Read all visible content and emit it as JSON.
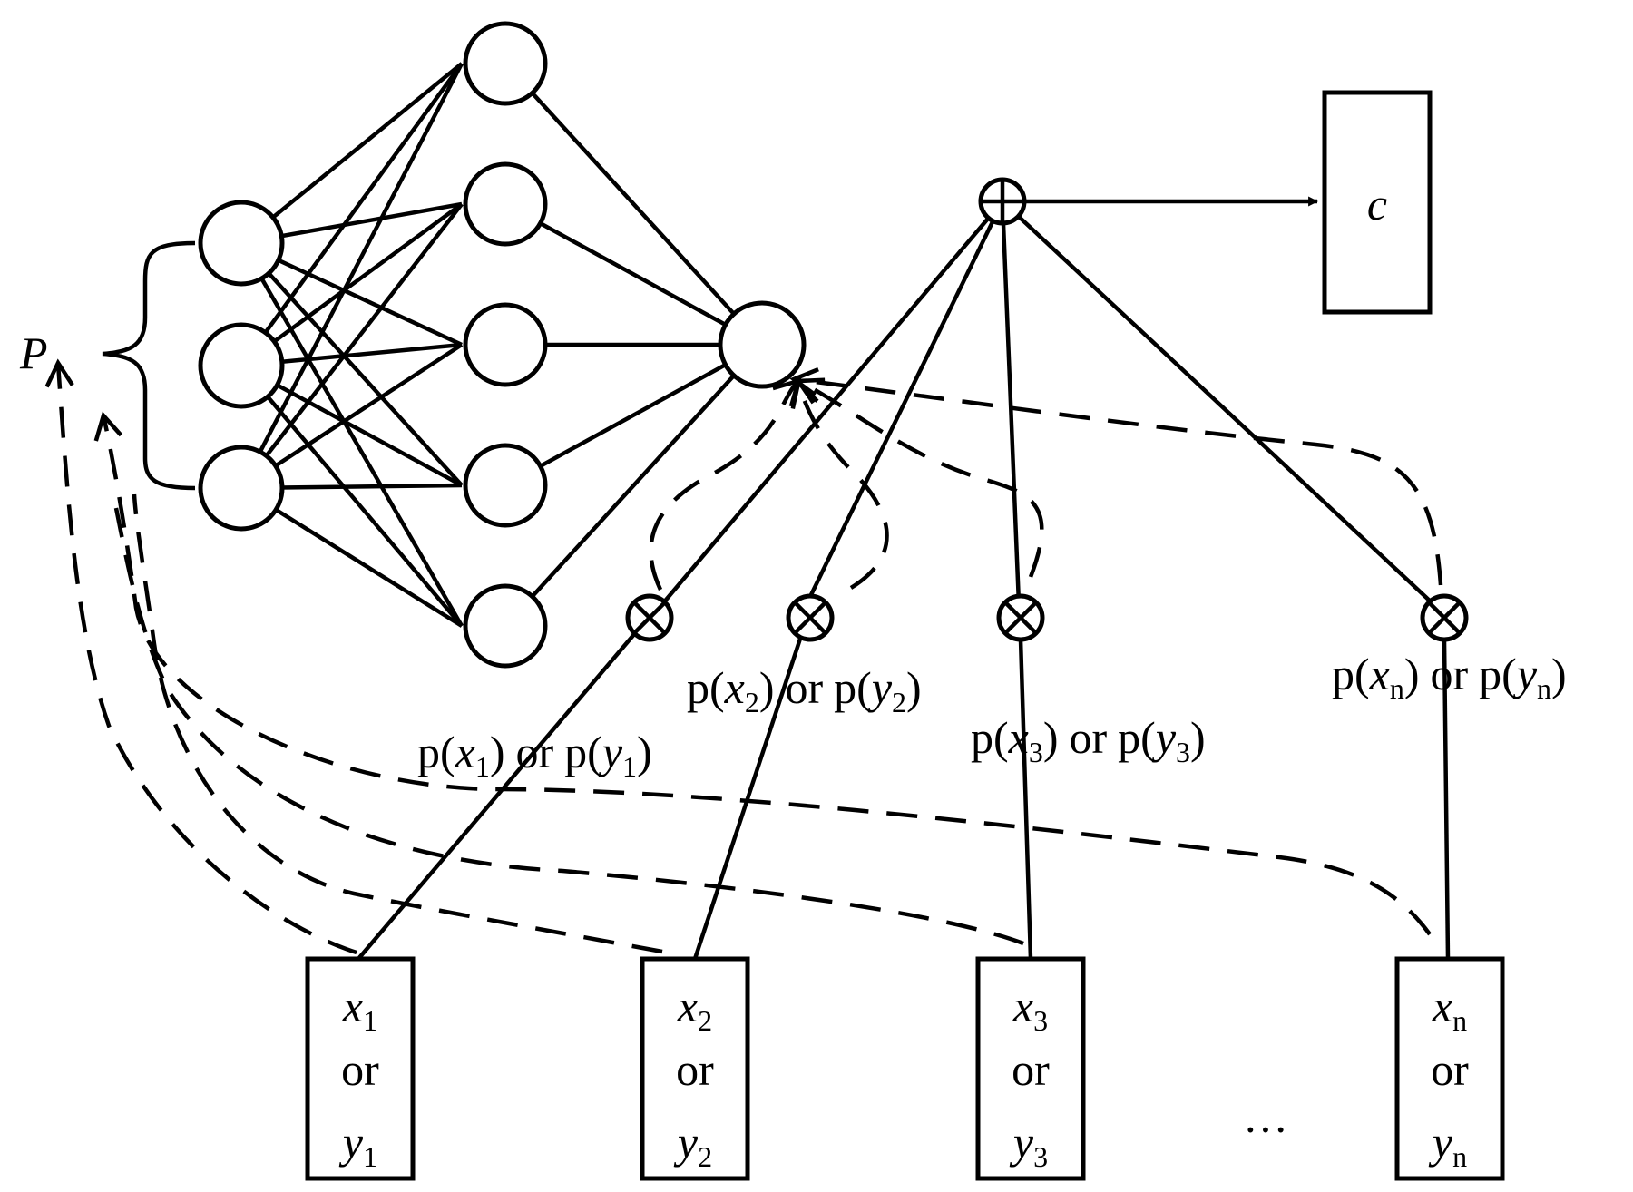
{
  "P_label": "P",
  "c_label": "c",
  "ellipsis": "···",
  "weights": [
    {
      "var_a": "x",
      "sub_a": "1",
      "var_b": "y",
      "sub_b": "1"
    },
    {
      "var_a": "x",
      "sub_a": "2",
      "var_b": "y",
      "sub_b": "2"
    },
    {
      "var_a": "x",
      "sub_a": "3",
      "var_b": "y",
      "sub_b": "3"
    },
    {
      "var_a": "x",
      "sub_a": "n",
      "var_b": "y",
      "sub_b": "n"
    }
  ],
  "weight_label": {
    "p": "p",
    "open": "(",
    "close": ")",
    "or": "or"
  },
  "inputs": [
    {
      "var_a": "x",
      "sub_a": "1",
      "or": "or",
      "var_b": "y",
      "sub_b": "1"
    },
    {
      "var_a": "x",
      "sub_a": "2",
      "or": "or",
      "var_b": "y",
      "sub_b": "2"
    },
    {
      "var_a": "x",
      "sub_a": "3",
      "or": "or",
      "var_b": "y",
      "sub_b": "3"
    },
    {
      "var_a": "x",
      "sub_a": "n",
      "or": "or",
      "var_b": "y",
      "sub_b": "n"
    }
  ]
}
